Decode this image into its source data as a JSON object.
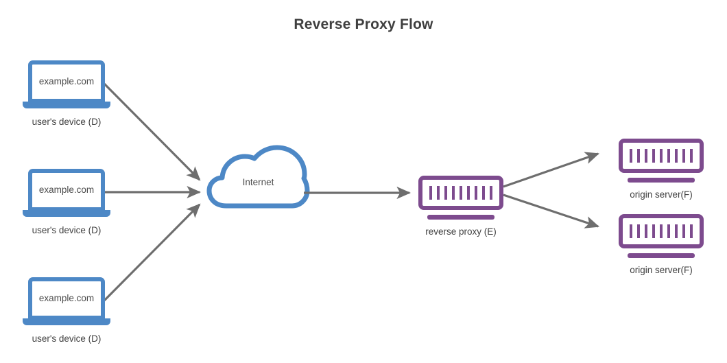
{
  "title": "Reverse Proxy Flow",
  "colors": {
    "client_blue": "#4d88c6",
    "server_purple": "#7d4b8e",
    "arrow_gray": "#6e6e6e",
    "text_dark": "#3f3f3f",
    "background": "#ffffff"
  },
  "clients": [
    {
      "screen_text": "example.com",
      "label": "user's device (D)"
    },
    {
      "screen_text": "example.com",
      "label": "user's device (D)"
    },
    {
      "screen_text": "example.com",
      "label": "user's device (D)"
    }
  ],
  "cloud": {
    "label": "Internet",
    "icon": "cloud-icon"
  },
  "proxy": {
    "label": "reverse proxy (E)",
    "icon": "server-icon",
    "bar_count": 9
  },
  "origins": [
    {
      "label": "origin server(F)",
      "icon": "server-icon",
      "bar_count": 9
    },
    {
      "label": "origin server(F)",
      "icon": "server-icon",
      "bar_count": 9
    }
  ],
  "arrows": [
    {
      "name": "arrow-client1-to-internet",
      "from": "user's device (D)",
      "to": "Internet"
    },
    {
      "name": "arrow-client2-to-internet",
      "from": "user's device (D)",
      "to": "Internet"
    },
    {
      "name": "arrow-client3-to-internet",
      "from": "user's device (D)",
      "to": "Internet"
    },
    {
      "name": "arrow-internet-to-proxy",
      "from": "Internet",
      "to": "reverse proxy (E)"
    },
    {
      "name": "arrow-proxy-to-origin1",
      "from": "reverse proxy (E)",
      "to": "origin server(F)"
    },
    {
      "name": "arrow-proxy-to-origin2",
      "from": "reverse proxy (E)",
      "to": "origin server(F)"
    }
  ]
}
